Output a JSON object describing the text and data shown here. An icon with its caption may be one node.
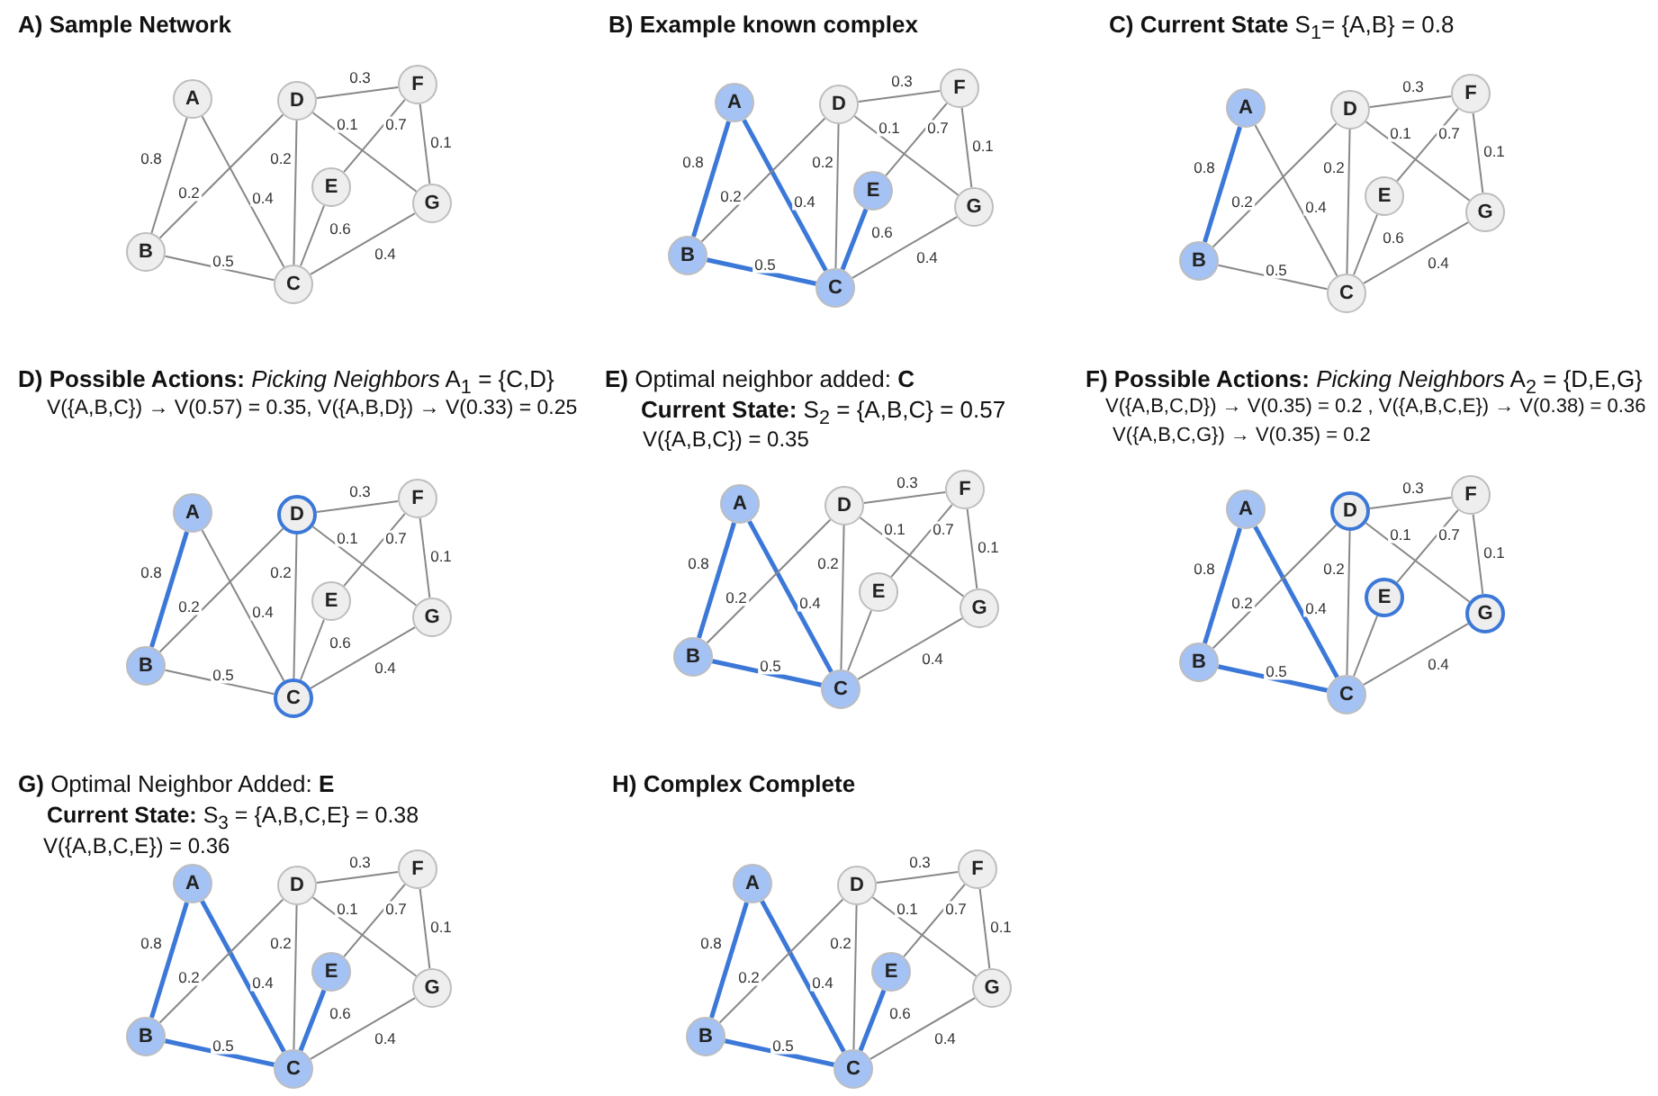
{
  "diagram": {
    "nodes": [
      {
        "text": [
          "A"
        ]
      },
      {
        "text": [
          "B"
        ]
      },
      {
        "text": [
          "C"
        ]
      },
      {
        "text": [
          "D"
        ]
      },
      {
        "text": [
          "E"
        ]
      },
      {
        "text": [
          "F"
        ]
      },
      {
        "text": [
          "G"
        ]
      },
      {
        "text": [
          "A"
        ]
      },
      {
        "text": [
          "B"
        ]
      },
      {
        "text": [
          "C"
        ]
      },
      {
        "text": [
          "D"
        ]
      },
      {
        "text": [
          "E"
        ]
      },
      {
        "text": [
          "F"
        ]
      },
      {
        "text": [
          "G"
        ]
      },
      {
        "text": [
          "A"
        ]
      },
      {
        "text": [
          "B"
        ]
      },
      {
        "text": [
          "C"
        ]
      },
      {
        "text": [
          "D"
        ]
      },
      {
        "text": [
          "E"
        ]
      },
      {
        "text": [
          "F"
        ]
      },
      {
        "text": [
          "G"
        ]
      },
      {
        "text": [
          "A"
        ]
      },
      {
        "text": [
          "B"
        ]
      },
      {
        "text": [
          "C"
        ]
      },
      {
        "text": [
          "D"
        ]
      },
      {
        "text": [
          "E"
        ]
      },
      {
        "text": [
          "F"
        ]
      },
      {
        "text": [
          "G"
        ]
      },
      {
        "text": [
          "A"
        ]
      },
      {
        "text": [
          "B"
        ]
      },
      {
        "text": [
          "C"
        ]
      },
      {
        "text": [
          "D"
        ]
      },
      {
        "text": [
          "E"
        ]
      },
      {
        "text": [
          "F"
        ]
      },
      {
        "text": [
          "G"
        ]
      },
      {
        "text": [
          "A"
        ]
      },
      {
        "text": [
          "B"
        ]
      },
      {
        "text": [
          "C"
        ]
      },
      {
        "text": [
          "D"
        ]
      },
      {
        "text": [
          "E"
        ]
      },
      {
        "text": [
          "F"
        ]
      },
      {
        "text": [
          "G"
        ]
      },
      {
        "text": [
          "A"
        ]
      },
      {
        "text": [
          "B"
        ]
      },
      {
        "text": [
          "C"
        ]
      },
      {
        "text": [
          "D"
        ]
      },
      {
        "text": [
          "E"
        ]
      },
      {
        "text": [
          "F"
        ]
      },
      {
        "text": [
          "G"
        ]
      },
      {
        "text": [
          "A"
        ]
      },
      {
        "text": [
          "B"
        ]
      },
      {
        "text": [
          "C"
        ]
      },
      {
        "text": [
          "D"
        ]
      },
      {
        "text": [
          "E"
        ]
      },
      {
        "text": [
          "F"
        ]
      },
      {
        "text": [
          "G"
        ]
      }
    ],
    "edges": [
      {
        "from": 0,
        "to": 1,
        "arrow": "none",
        "label": "0.8"
      },
      {
        "from": 0,
        "to": 2,
        "arrow": "none",
        "label": "0.4"
      },
      {
        "from": 1,
        "to": 3,
        "arrow": "none",
        "label": "0.2"
      },
      {
        "from": 1,
        "to": 2,
        "arrow": "none",
        "label": "0.5"
      },
      {
        "from": 3,
        "to": 2,
        "arrow": "none",
        "label": "0.2"
      },
      {
        "from": 3,
        "to": 5,
        "arrow": "none",
        "label": "0.3"
      },
      {
        "from": 3,
        "to": 6,
        "arrow": "none",
        "label": "0.1"
      },
      {
        "from": 5,
        "to": 4,
        "arrow": "none",
        "label": "0.7"
      },
      {
        "from": 5,
        "to": 6,
        "arrow": "none",
        "label": "0.1"
      },
      {
        "from": 4,
        "to": 2,
        "arrow": "none",
        "label": "0.6"
      },
      {
        "from": 6,
        "to": 2,
        "arrow": "none",
        "label": "0.4"
      },
      {
        "from": 7,
        "to": 8,
        "arrow": "none",
        "label": "0.8",
        "style": "thick",
        "color": "#3c78d8"
      },
      {
        "from": 7,
        "to": 9,
        "arrow": "none",
        "label": "0.4",
        "style": "thick",
        "color": "#3c78d8"
      },
      {
        "from": 8,
        "to": 10,
        "arrow": "none",
        "label": "0.2"
      },
      {
        "from": 8,
        "to": 9,
        "arrow": "none",
        "label": "0.5",
        "style": "thick",
        "color": "#3c78d8"
      },
      {
        "from": 10,
        "to": 9,
        "arrow": "none",
        "label": "0.2"
      },
      {
        "from": 10,
        "to": 12,
        "arrow": "none",
        "label": "0.3"
      },
      {
        "from": 10,
        "to": 13,
        "arrow": "none",
        "label": "0.1"
      },
      {
        "from": 12,
        "to": 11,
        "arrow": "none",
        "label": "0.7"
      },
      {
        "from": 12,
        "to": 13,
        "arrow": "none",
        "label": "0.1"
      },
      {
        "from": 11,
        "to": 9,
        "arrow": "none",
        "label": "0.6",
        "style": "thick",
        "color": "#3c78d8"
      },
      {
        "from": 13,
        "to": 9,
        "arrow": "none",
        "label": "0.4"
      },
      {
        "from": 14,
        "to": 15,
        "arrow": "none",
        "label": "0.8",
        "style": "thick",
        "color": "#3c78d8"
      },
      {
        "from": 14,
        "to": 16,
        "arrow": "none",
        "label": "0.4"
      },
      {
        "from": 15,
        "to": 17,
        "arrow": "none",
        "label": "0.2"
      },
      {
        "from": 15,
        "to": 16,
        "arrow": "none",
        "label": "0.5"
      },
      {
        "from": 17,
        "to": 16,
        "arrow": "none",
        "label": "0.2"
      },
      {
        "from": 17,
        "to": 19,
        "arrow": "none",
        "label": "0.3"
      },
      {
        "from": 17,
        "to": 20,
        "arrow": "none",
        "label": "0.1"
      },
      {
        "from": 19,
        "to": 18,
        "arrow": "none",
        "label": "0.7"
      },
      {
        "from": 19,
        "to": 20,
        "arrow": "none",
        "label": "0.1"
      },
      {
        "from": 18,
        "to": 16,
        "arrow": "none",
        "label": "0.6"
      },
      {
        "from": 20,
        "to": 16,
        "arrow": "none",
        "label": "0.4"
      },
      {
        "from": 21,
        "to": 22,
        "arrow": "none",
        "label": "0.8",
        "style": "thick",
        "color": "#3c78d8"
      },
      {
        "from": 21,
        "to": 23,
        "arrow": "none",
        "label": "0.4"
      },
      {
        "from": 22,
        "to": 24,
        "arrow": "none",
        "label": "0.2"
      },
      {
        "from": 22,
        "to": 23,
        "arrow": "none",
        "label": "0.5"
      },
      {
        "from": 24,
        "to": 23,
        "arrow": "none",
        "label": "0.2"
      },
      {
        "from": 24,
        "to": 26,
        "arrow": "none",
        "label": "0.3"
      },
      {
        "from": 24,
        "to": 27,
        "arrow": "none",
        "label": "0.1"
      },
      {
        "from": 26,
        "to": 25,
        "arrow": "none",
        "label": "0.7"
      },
      {
        "from": 26,
        "to": 27,
        "arrow": "none",
        "label": "0.1"
      },
      {
        "from": 25,
        "to": 23,
        "arrow": "none",
        "label": "0.6"
      },
      {
        "from": 27,
        "to": 23,
        "arrow": "none",
        "label": "0.4"
      },
      {
        "from": 28,
        "to": 29,
        "arrow": "none",
        "label": "0.8",
        "style": "thick",
        "color": "#3c78d8"
      },
      {
        "from": 28,
        "to": 30,
        "arrow": "none",
        "label": "0.4",
        "style": "thick",
        "color": "#3c78d8"
      },
      {
        "from": 29,
        "to": 31,
        "arrow": "none",
        "label": "0.2"
      },
      {
        "from": 29,
        "to": 30,
        "arrow": "none",
        "label": "0.5",
        "style": "thick",
        "color": "#3c78d8"
      },
      {
        "from": 31,
        "to": 30,
        "arrow": "none",
        "label": "0.2"
      },
      {
        "from": 31,
        "to": 33,
        "arrow": "none",
        "label": "0.3"
      },
      {
        "from": 31,
        "to": 34,
        "arrow": "none",
        "label": "0.1"
      },
      {
        "from": 33,
        "to": 32,
        "arrow": "none",
        "label": "0.7"
      },
      {
        "from": 33,
        "to": 34,
        "arrow": "none",
        "label": "0.1"
      },
      {
        "from": 32,
        "to": 30,
        "arrow": "none"
      },
      {
        "from": 34,
        "to": 30,
        "arrow": "none",
        "label": "0.4"
      },
      {
        "from": 35,
        "to": 36,
        "arrow": "none",
        "label": "0.8",
        "style": "thick",
        "color": "#3c78d8"
      },
      {
        "from": 35,
        "to": 37,
        "arrow": "none",
        "label": "0.4",
        "style": "thick",
        "color": "#3c78d8"
      },
      {
        "from": 36,
        "to": 38,
        "arrow": "none",
        "label": "0.2"
      },
      {
        "from": 36,
        "to": 37,
        "arrow": "none",
        "label": "0.5",
        "style": "thick",
        "color": "#3c78d8"
      },
      {
        "from": 38,
        "to": 37,
        "arrow": "none",
        "label": "0.2"
      },
      {
        "from": 38,
        "to": 40,
        "arrow": "none",
        "label": "0.3"
      },
      {
        "from": 38,
        "to": 41,
        "arrow": "none",
        "label": "0.1"
      },
      {
        "from": 40,
        "to": 39,
        "arrow": "none",
        "label": "0.7"
      },
      {
        "from": 40,
        "to": 41,
        "arrow": "none",
        "label": "0.1"
      },
      {
        "from": 39,
        "to": 37,
        "arrow": "none"
      },
      {
        "from": 41,
        "to": 37,
        "arrow": "none",
        "label": "0.4"
      },
      {
        "from": 42,
        "to": 43,
        "arrow": "none",
        "label": "0.8",
        "style": "thick",
        "color": "#3c78d8"
      },
      {
        "from": 42,
        "to": 44,
        "arrow": "none",
        "label": "0.4",
        "style": "thick",
        "color": "#3c78d8"
      },
      {
        "from": 43,
        "to": 45,
        "arrow": "none",
        "label": "0.2"
      },
      {
        "from": 43,
        "to": 44,
        "arrow": "none",
        "label": "0.5",
        "style": "thick",
        "color": "#3c78d8"
      },
      {
        "from": 45,
        "to": 44,
        "arrow": "none",
        "label": "0.2"
      },
      {
        "from": 45,
        "to": 47,
        "arrow": "none",
        "label": "0.3"
      },
      {
        "from": 45,
        "to": 48,
        "arrow": "none",
        "label": "0.1"
      },
      {
        "from": 47,
        "to": 46,
        "arrow": "none",
        "label": "0.7"
      },
      {
        "from": 47,
        "to": 48,
        "arrow": "none",
        "label": "0.1"
      },
      {
        "from": 46,
        "to": 44,
        "arrow": "none",
        "label": "0.6",
        "style": "thick",
        "color": "#3c78d8"
      },
      {
        "from": 48,
        "to": 44,
        "arrow": "none",
        "label": "0.4"
      },
      {
        "from": 49,
        "to": 50,
        "arrow": "none",
        "label": "0.8",
        "style": "thick",
        "color": "#3c78d8"
      },
      {
        "from": 49,
        "to": 51,
        "arrow": "none",
        "label": "0.4",
        "style": "thick",
        "color": "#3c78d8"
      },
      {
        "from": 50,
        "to": 52,
        "arrow": "none",
        "label": "0.2"
      },
      {
        "from": 50,
        "to": 51,
        "arrow": "none",
        "label": "0.5",
        "style": "thick",
        "color": "#3c78d8"
      },
      {
        "from": 52,
        "to": 51,
        "arrow": "none",
        "label": "0.2"
      },
      {
        "from": 52,
        "to": 54,
        "arrow": "none",
        "label": "0.3"
      },
      {
        "from": 52,
        "to": 55,
        "arrow": "none",
        "label": "0.1"
      },
      {
        "from": 54,
        "to": 53,
        "arrow": "none",
        "label": "0.7"
      },
      {
        "from": 54,
        "to": 55,
        "arrow": "none",
        "label": "0.1"
      },
      {
        "from": 53,
        "to": 51,
        "arrow": "none",
        "label": "0.6",
        "style": "thick",
        "color": "#3c78d8"
      },
      {
        "from": 55,
        "to": 51,
        "arrow": "none",
        "label": "0.4"
      }
    ],
    "labels": [
      "**A) Sample Network**",
      "**B) Example known complex**",
      "**C) Current State** S$_{1}$= {A,B} = 0.8",
      "**D) Possible Actions:** *Picking Neighbors* A$_{1}$ = {C,D}",
      "V({A,B,C}) → V(0.57) = 0.35, V({A,B,D}) → V(0.33) = 0.25",
      "**E)** Optimal neighbor added: **C**",
      "**Current State:** S$_{2}$ = {A,B,C} = 0.57",
      "V({A,B,C}) = 0.35",
      "**F) Possible Actions:** *Picking Neighbors* A$_{2}$ = {D,E,G}",
      "V({A,B,C,D}) → V(0.35) = 0.2 , V({A,B,C,E}) → V(0.38) = 0.36",
      "V({A,B,C,G}) → V(0.35) = 0.2",
      "**G)** Optimal Neighbor Added: **E**",
      "**Current State:** S$_{3}$ = {A,B,C,E} = 0.38",
      "V({A,B,C,E}) = 0.36",
      "**H) Complex Complete**"
    ]
  }
}
